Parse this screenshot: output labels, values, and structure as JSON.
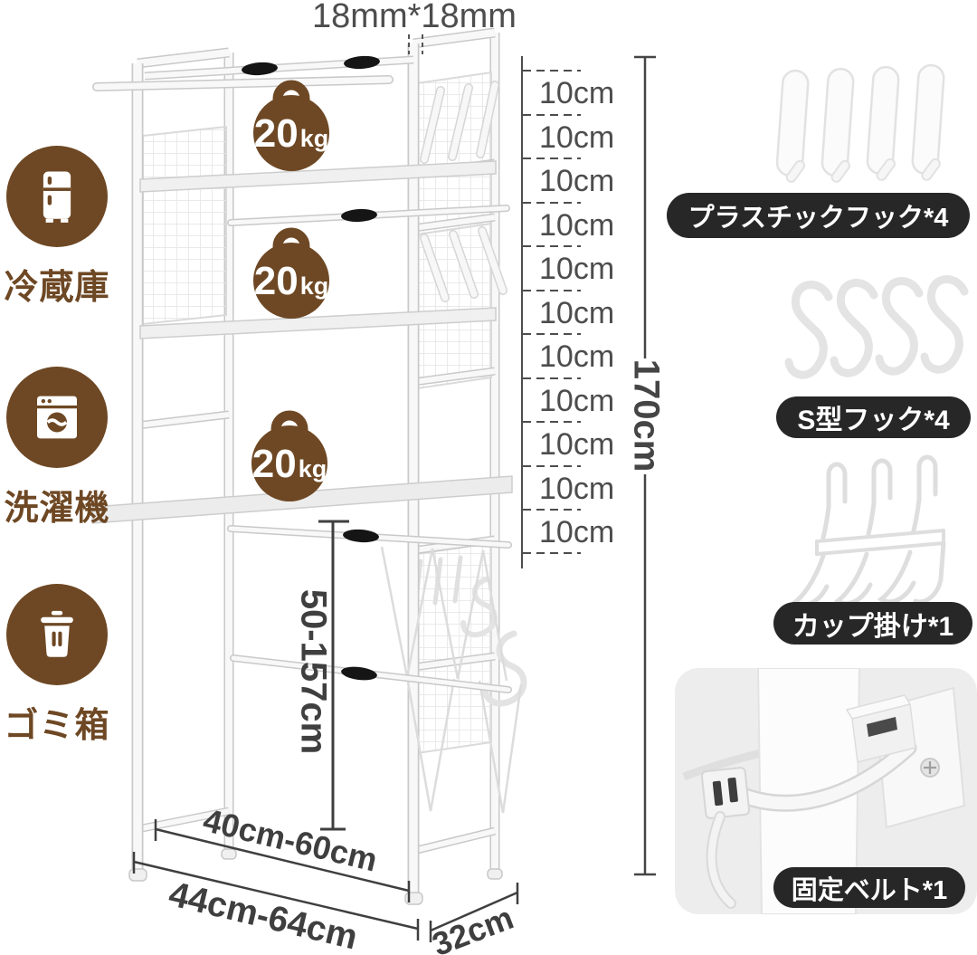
{
  "page": {
    "background": "#ffffff"
  },
  "colors": {
    "brand_brown": "#6e4824",
    "label_pill_bg": "#272727",
    "dimension_text": "#474747"
  },
  "legend": {
    "items": [
      {
        "name": "refrigerator",
        "label": "冷蔵庫"
      },
      {
        "name": "washing-machine",
        "label": "洗濯機"
      },
      {
        "name": "trash-bin",
        "label": "ゴミ箱"
      }
    ]
  },
  "rack": {
    "load_badges": [
      {
        "value": "20",
        "unit": "kg"
      },
      {
        "value": "20",
        "unit": "kg"
      },
      {
        "value": "20",
        "unit": "kg"
      }
    ]
  },
  "dimensions": {
    "tube_size": "18mm*18mm",
    "segments": [
      "10cm",
      "10cm",
      "10cm",
      "10cm",
      "10cm",
      "10cm",
      "10cm",
      "10cm",
      "10cm",
      "10cm",
      "10cm"
    ],
    "total_height": "170cm",
    "adjustable_inner_height": "50-157cm",
    "inner_width": "40cm-60cm",
    "outer_width": "44cm-64cm",
    "depth": "32cm"
  },
  "accessories": [
    {
      "name": "plastic-hooks",
      "label": "プラスチックフック*4"
    },
    {
      "name": "s-hooks",
      "label": "S型フック*4"
    },
    {
      "name": "cup-hanger",
      "label": "カップ掛け*1"
    },
    {
      "name": "fixing-belt",
      "label": "固定ベルト*1"
    }
  ]
}
